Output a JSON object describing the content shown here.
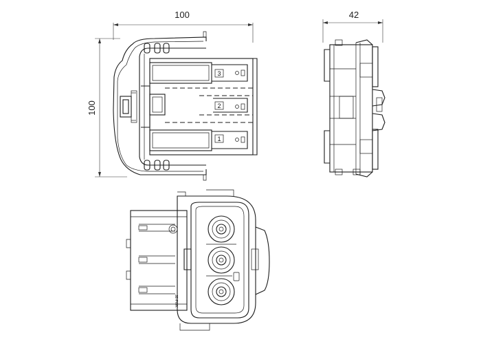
{
  "dimensions": {
    "top_width": "100",
    "left_height": "100",
    "side_width": "42"
  },
  "position_markers": [
    "3",
    "2",
    "1"
  ],
  "end_marking": "JE-PWK"
}
